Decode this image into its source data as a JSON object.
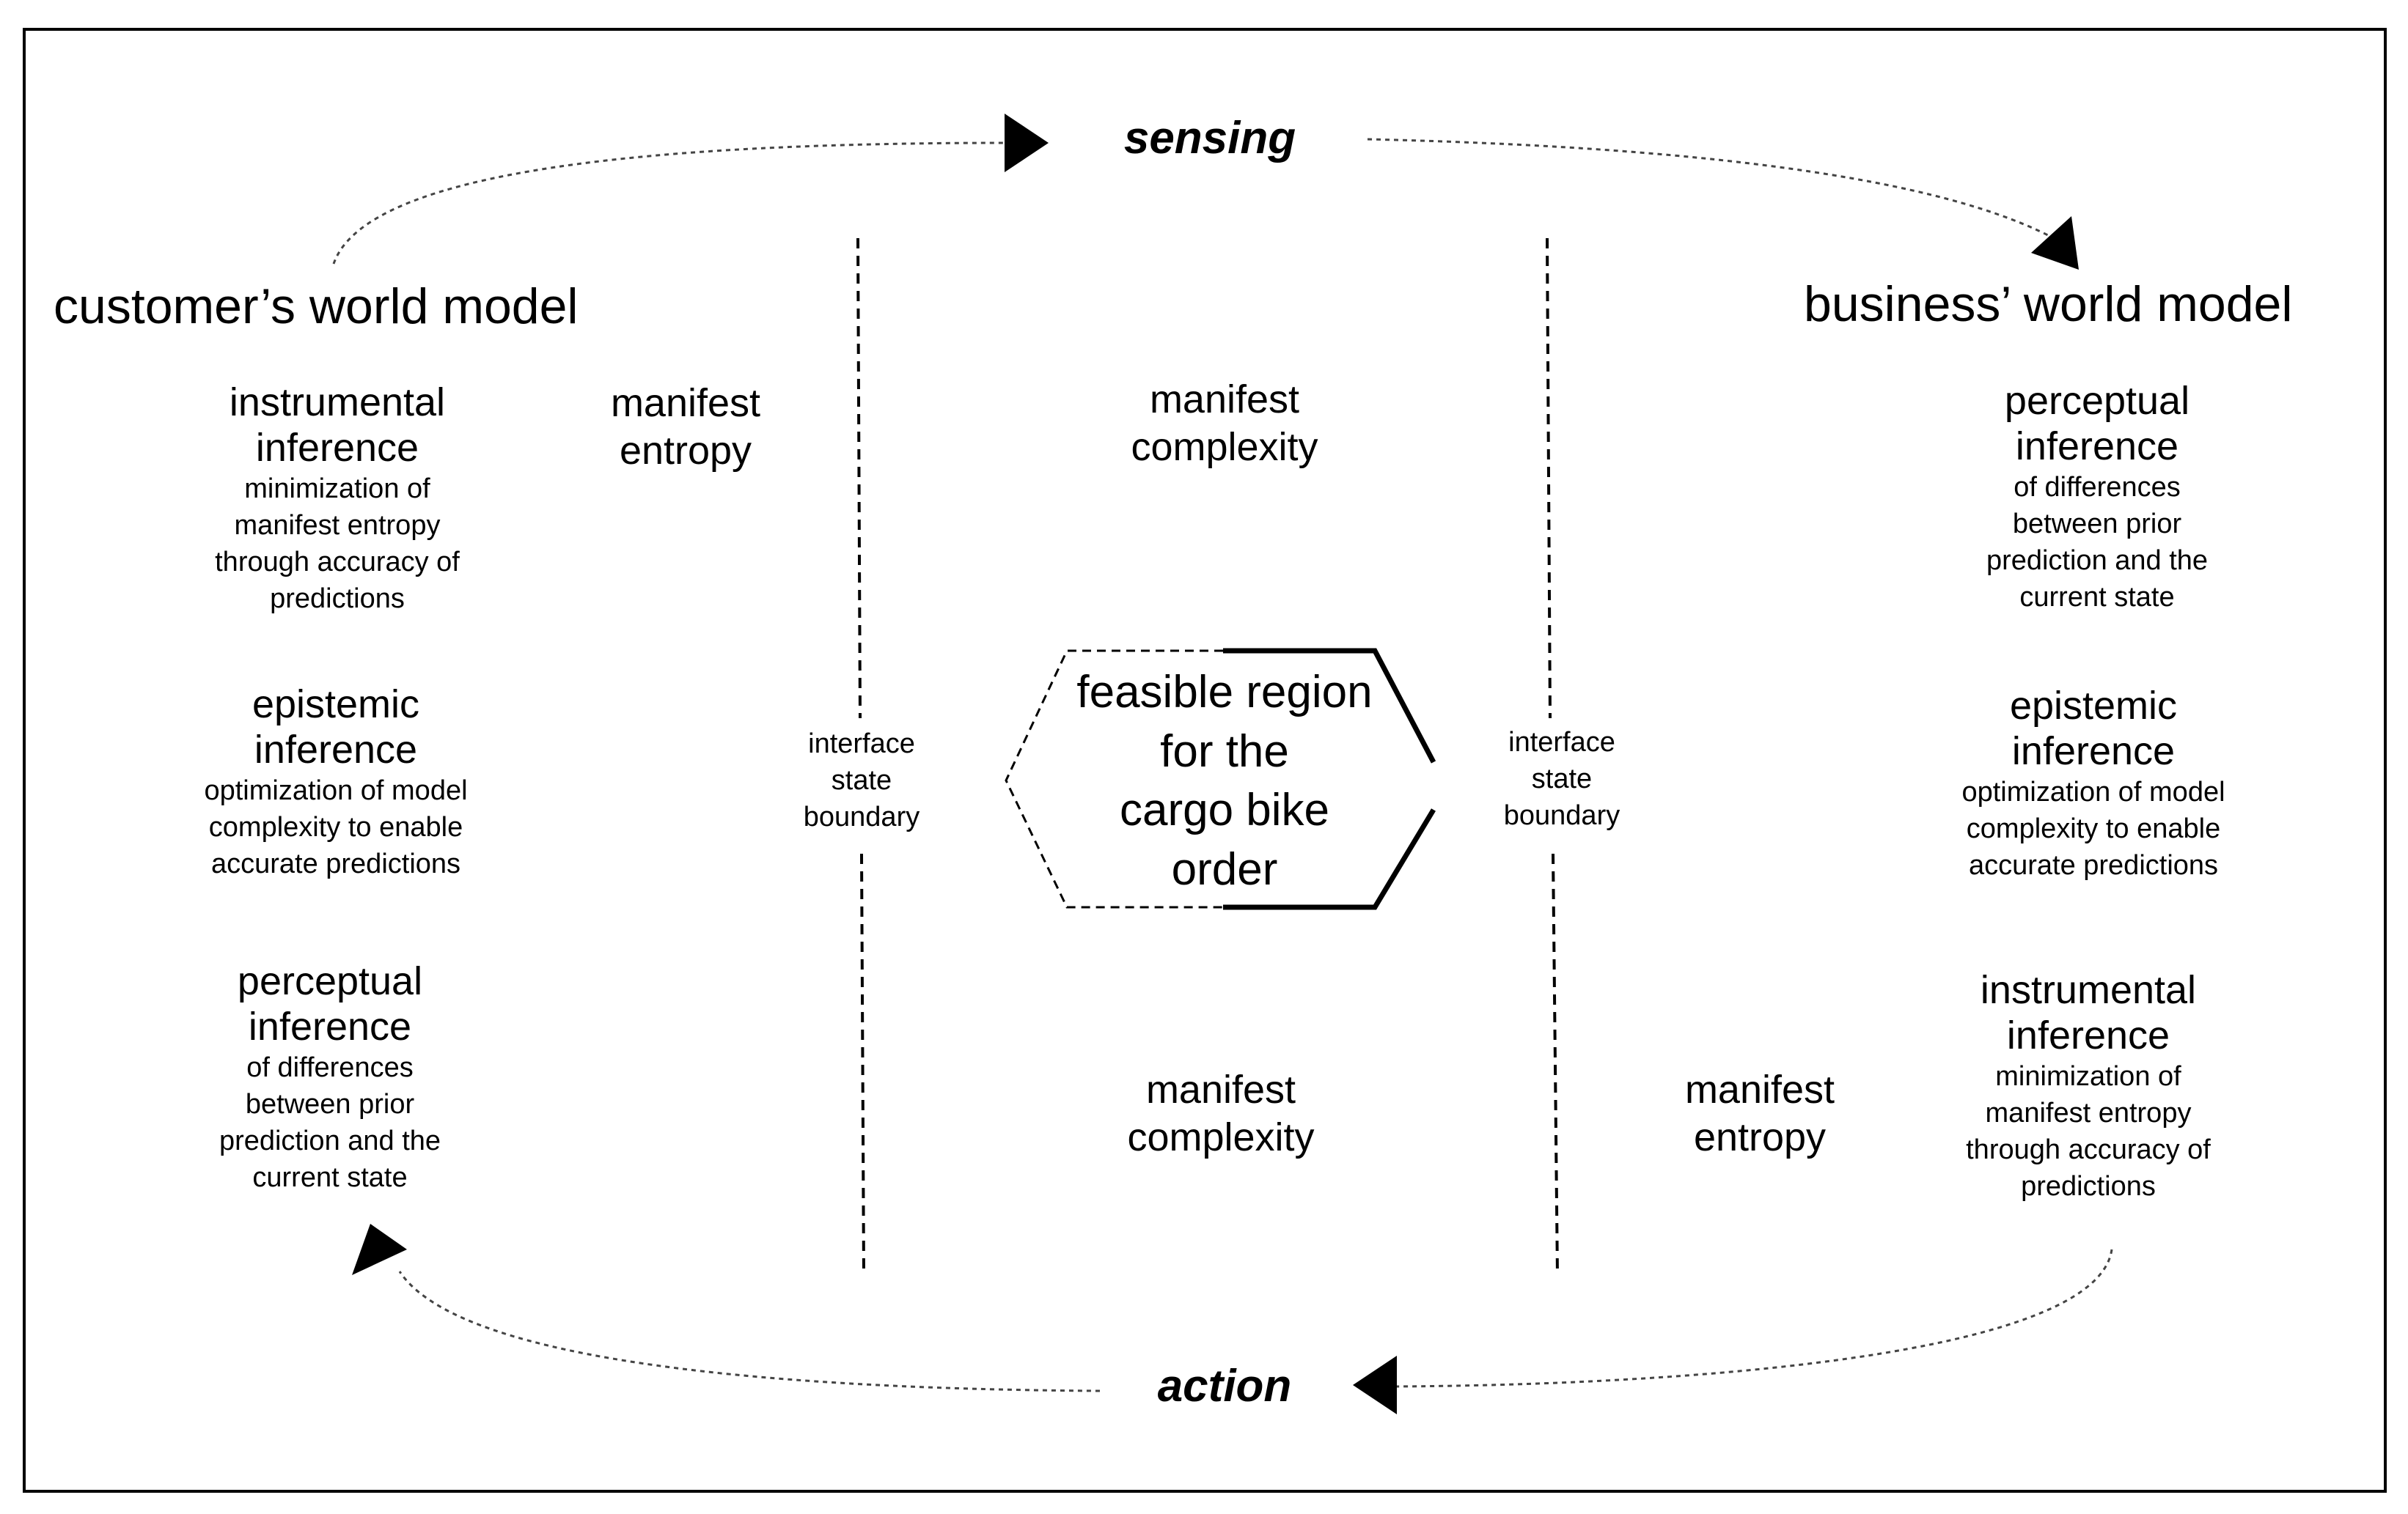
{
  "flow": {
    "top_label": "sensing",
    "bottom_label": "action"
  },
  "customer": {
    "title": "customer’s world model",
    "instrumental": {
      "heading": [
        "instrumental",
        "inference"
      ],
      "detail": [
        "minimization of",
        "manifest entropy",
        "through accuracy of",
        "predictions"
      ]
    },
    "epistemic": {
      "heading": [
        "epistemic",
        "inference"
      ],
      "detail": [
        "optimization of model",
        "complexity to enable",
        "accurate predictions"
      ]
    },
    "perceptual": {
      "heading": [
        "perceptual",
        "inference"
      ],
      "detail": [
        "of differences",
        "between prior",
        "prediction and the",
        "current state"
      ]
    },
    "manifest_entropy": [
      "manifest",
      "entropy"
    ]
  },
  "business": {
    "title": "business’ world model",
    "perceptual": {
      "heading": [
        "perceptual",
        "inference"
      ],
      "detail": [
        "of differences",
        "between prior",
        "prediction and the",
        "current state"
      ]
    },
    "epistemic": {
      "heading": [
        "epistemic",
        "inference"
      ],
      "detail": [
        "optimization of model",
        "complexity to enable",
        "accurate predictions"
      ]
    },
    "instrumental": {
      "heading": [
        "instrumental",
        "inference"
      ],
      "detail": [
        "minimization of",
        "manifest entropy",
        "through accuracy of",
        "predictions"
      ]
    },
    "manifest_entropy": [
      "manifest",
      "entropy"
    ]
  },
  "center": {
    "manifest_complexity_top": [
      "manifest",
      "complexity"
    ],
    "manifest_complexity_bottom": [
      "manifest",
      "complexity"
    ],
    "feasible_region": [
      "feasible region",
      "for the",
      "cargo bike",
      "order"
    ]
  },
  "boundaries": {
    "left": [
      "interface",
      "state",
      "boundary"
    ],
    "right": [
      "interface",
      "state",
      "boundary"
    ]
  }
}
